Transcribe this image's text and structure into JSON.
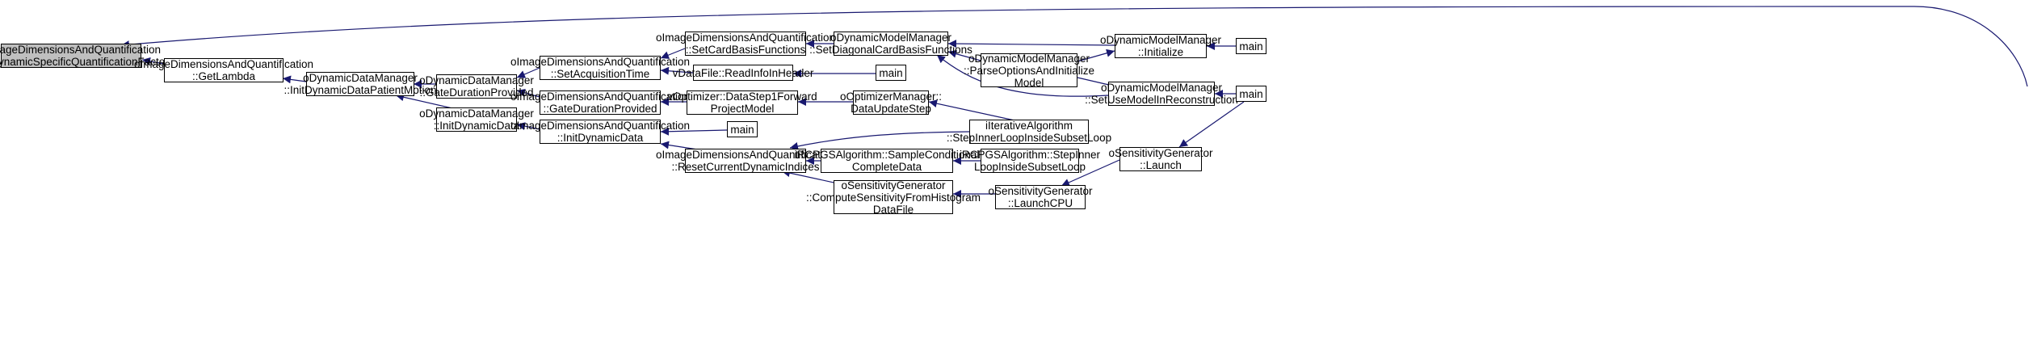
{
  "nodes": {
    "root": "oImageDimensionsAndQuantification\n::SetDynamicSpecificQuantificationFactors",
    "getLambda": "oImageDimensionsAndQuantification\n::GetLambda",
    "initDynPatient": "oDynamicDataManager\n::InitDynamicDataPatientMotion",
    "ddmGate": "oDynamicDataManager\n::GateDurationProvided",
    "ddmInitData": "oDynamicDataManager\n::InitDynamicData",
    "idqSetAcq": "oImageDimensionsAndQuantification\n::SetAcquisitionTime",
    "idqGate": "oImageDimensionsAndQuantification\n::GateDurationProvided",
    "idqInitData": "oImageDimensionsAndQuantification\n::InitDynamicData",
    "idqSetCard": "oImageDimensionsAndQuantification\n::SetCardBasisFunctions",
    "vReadInfo": "vDataFile::ReadInfoInHeader",
    "vOptForward": "vOptimizer::DataStep1Forward\nProjectModel",
    "mainMid": "main",
    "idqReset": "oImageDimensionsAndQuantification\n::ResetCurrentDynamicIndices",
    "dmmSetDiag": "oDynamicModelManager\n::SetDiagonalCardBasisFunctions",
    "mainRead": "main",
    "optUpdate": "oOptimizerManager::\nDataUpdateStep",
    "rcpgsSample": "iRCPGSAlgorithm::SampleConditional\nCompleteData",
    "sensCompute": "oSensitivityGenerator\n::ComputeSensitivityFromHistogram\nDataFile",
    "dmmParse": "oDynamicModelManager\n::ParseOptionsAndInitialize\nModel",
    "iterStep": "iIterativeAlgorithm\n::StepInnerLoopInsideSubsetLoop",
    "rcpgsStep": "iRCPGSAlgorithm::StepInner\nLoopInsideSubsetLoop",
    "sensLaunchCPU": "oSensitivityGenerator\n::LaunchCPU",
    "dmmInit": "oDynamicModelManager\n::Initialize",
    "dmmSetUse": "oDynamicModelManager\n::SetUseModelInReconstruction",
    "sensLaunch": "oSensitivityGenerator\n::Launch",
    "mainTop": "main",
    "mainRight": "main"
  },
  "colors": {
    "root_fill": "#bfbfbf",
    "node_fill": "#ffffff",
    "border": "#000000",
    "edge": "#191970"
  }
}
